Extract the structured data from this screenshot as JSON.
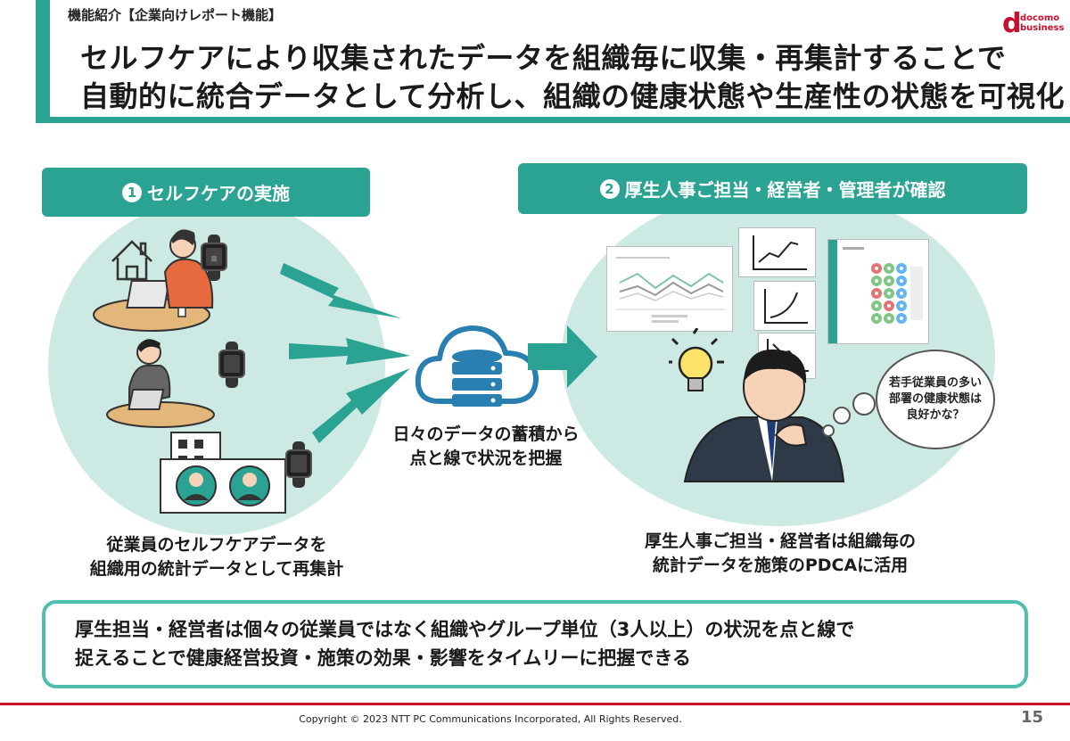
{
  "header": {
    "label": "機能紹介【企業向けレポート機能】",
    "title_line1": "セルフケアにより収集されたデータを組織毎に収集・再集計することで",
    "title_line2": "自動的に統合データとして分析し、組織の健康状態や生産性の状態を可視化",
    "logo_mark": "d",
    "logo_line1": "docomo",
    "logo_line2": "business"
  },
  "step1": {
    "number": "1",
    "label": "セルフケアの実施"
  },
  "step2": {
    "number": "2",
    "label": "厚生人事ご担当・経営者・管理者が確認"
  },
  "left_caption": {
    "line1": "従業員のセルフケアデータを",
    "line2": "組織用の統計データとして再集計"
  },
  "center_caption": {
    "line1": "日々のデータの蓄積から",
    "line2": "点と線で状況を把握"
  },
  "right_caption": {
    "line1": "厚生人事ご担当・経営者は組織毎の",
    "line2": "統計データを施策のPDCAに活用"
  },
  "thought_bubble": {
    "line1": "若手従業員の多い",
    "line2": "部署の健康状態は",
    "line3": "良好かな？"
  },
  "summary": {
    "line1": "厚生担当・経営者は個々の従業員ではなく組織やグループ単位（3人以上）の状況を点と線で",
    "line2": "捉えることで健康経営投資・施策の効果・影響をタイムリーに把握できる"
  },
  "footer": {
    "copyright": "Copyright © 2023 NTT PC Communications Incorporated, All Rights Reserved.",
    "page_number": "15"
  },
  "colors": {
    "accent": "#2aa393",
    "circle_bg": "#cde9e3",
    "brand_red": "#c8102e"
  },
  "icons": [
    "house-icon",
    "smartwatch-icon",
    "cloud-database-icon",
    "arrow-right-icon",
    "lightbulb-icon",
    "line-chart-icon"
  ]
}
